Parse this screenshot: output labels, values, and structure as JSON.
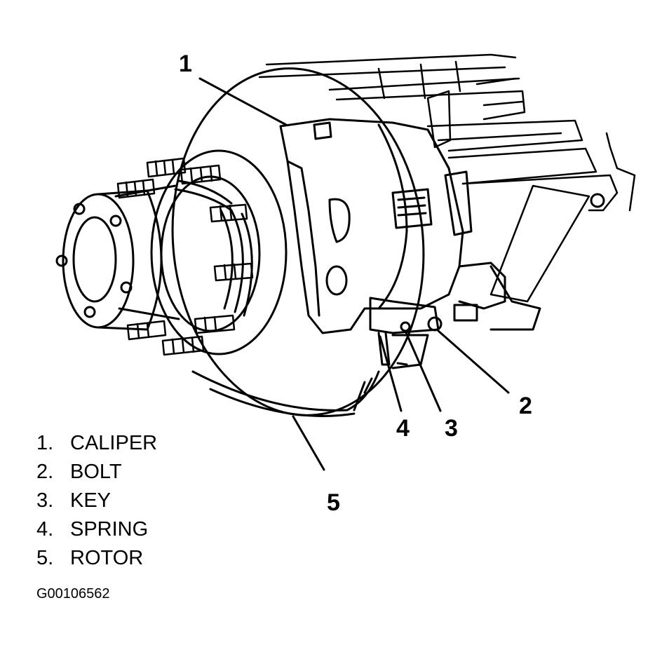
{
  "figure_id": "G00106562",
  "callouts": [
    {
      "key": "c1",
      "label": "1"
    },
    {
      "key": "c2",
      "label": "2"
    },
    {
      "key": "c3",
      "label": "3"
    },
    {
      "key": "c4",
      "label": "4"
    },
    {
      "key": "c5",
      "label": "5"
    }
  ],
  "legend": [
    {
      "num": "1.",
      "text": "CALIPER"
    },
    {
      "num": "2.",
      "text": "BOLT"
    },
    {
      "num": "3.",
      "text": "KEY"
    },
    {
      "num": "4.",
      "text": "SPRING"
    },
    {
      "num": "5.",
      "text": "ROTOR"
    }
  ]
}
